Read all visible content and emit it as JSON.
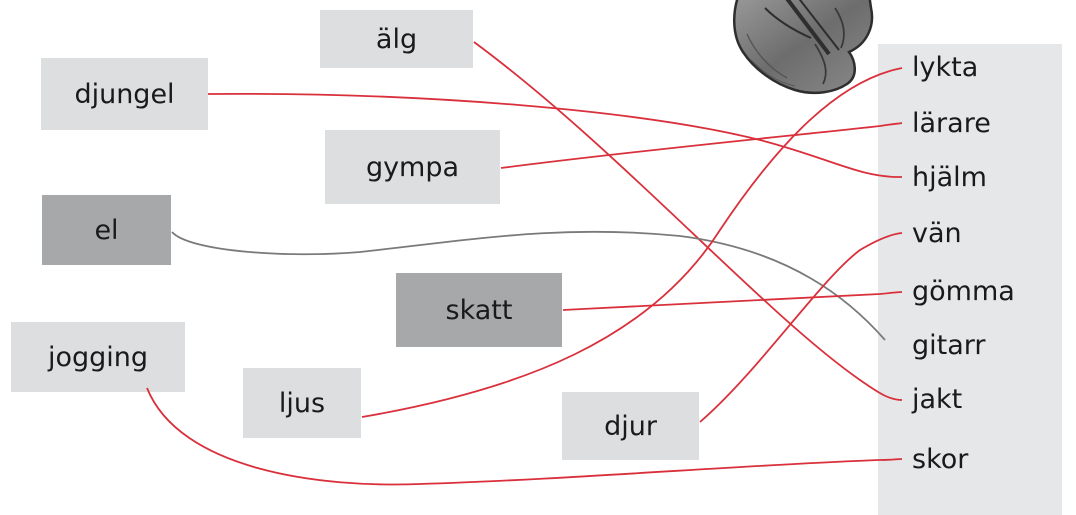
{
  "colors": {
    "card_light": "#dcdee0",
    "card_dark": "#a6a8aa",
    "panel": "#e6e7e8",
    "link_red": "#d9303c",
    "link_gray": "#7a7a7a",
    "text": "#1a1a1a"
  },
  "illustration": {
    "icon": "guitar-icon"
  },
  "left_words": [
    {
      "id": "alg",
      "text": "älg",
      "shade": "light"
    },
    {
      "id": "djungel",
      "text": "djungel",
      "shade": "light"
    },
    {
      "id": "gympa",
      "text": "gympa",
      "shade": "light"
    },
    {
      "id": "el",
      "text": "el",
      "shade": "dark"
    },
    {
      "id": "skatt",
      "text": "skatt",
      "shade": "dark"
    },
    {
      "id": "jogging",
      "text": "jogging",
      "shade": "light"
    },
    {
      "id": "ljus",
      "text": "ljus",
      "shade": "light"
    },
    {
      "id": "djur",
      "text": "djur",
      "shade": "light"
    }
  ],
  "right_words": [
    {
      "id": "lykta",
      "text": "lykta"
    },
    {
      "id": "larare",
      "text": "lärare"
    },
    {
      "id": "hjalm",
      "text": "hjälm"
    },
    {
      "id": "van",
      "text": "vän"
    },
    {
      "id": "gomma",
      "text": "gömma"
    },
    {
      "id": "gitarr",
      "text": "gitarr"
    },
    {
      "id": "jakt",
      "text": "jakt"
    },
    {
      "id": "skor",
      "text": "skor"
    }
  ],
  "links": [
    {
      "from": "alg",
      "to": "jakt",
      "color": "red"
    },
    {
      "from": "djungel",
      "to": "hjalm",
      "color": "red"
    },
    {
      "from": "gympa",
      "to": "larare",
      "color": "red"
    },
    {
      "from": "el",
      "to": "gitarr",
      "color": "gray"
    },
    {
      "from": "skatt",
      "to": "gomma",
      "color": "red"
    },
    {
      "from": "ljus",
      "to": "lykta",
      "color": "red"
    },
    {
      "from": "djur",
      "to": "van",
      "color": "red"
    },
    {
      "from": "jogging",
      "to": "skor",
      "color": "red"
    }
  ]
}
